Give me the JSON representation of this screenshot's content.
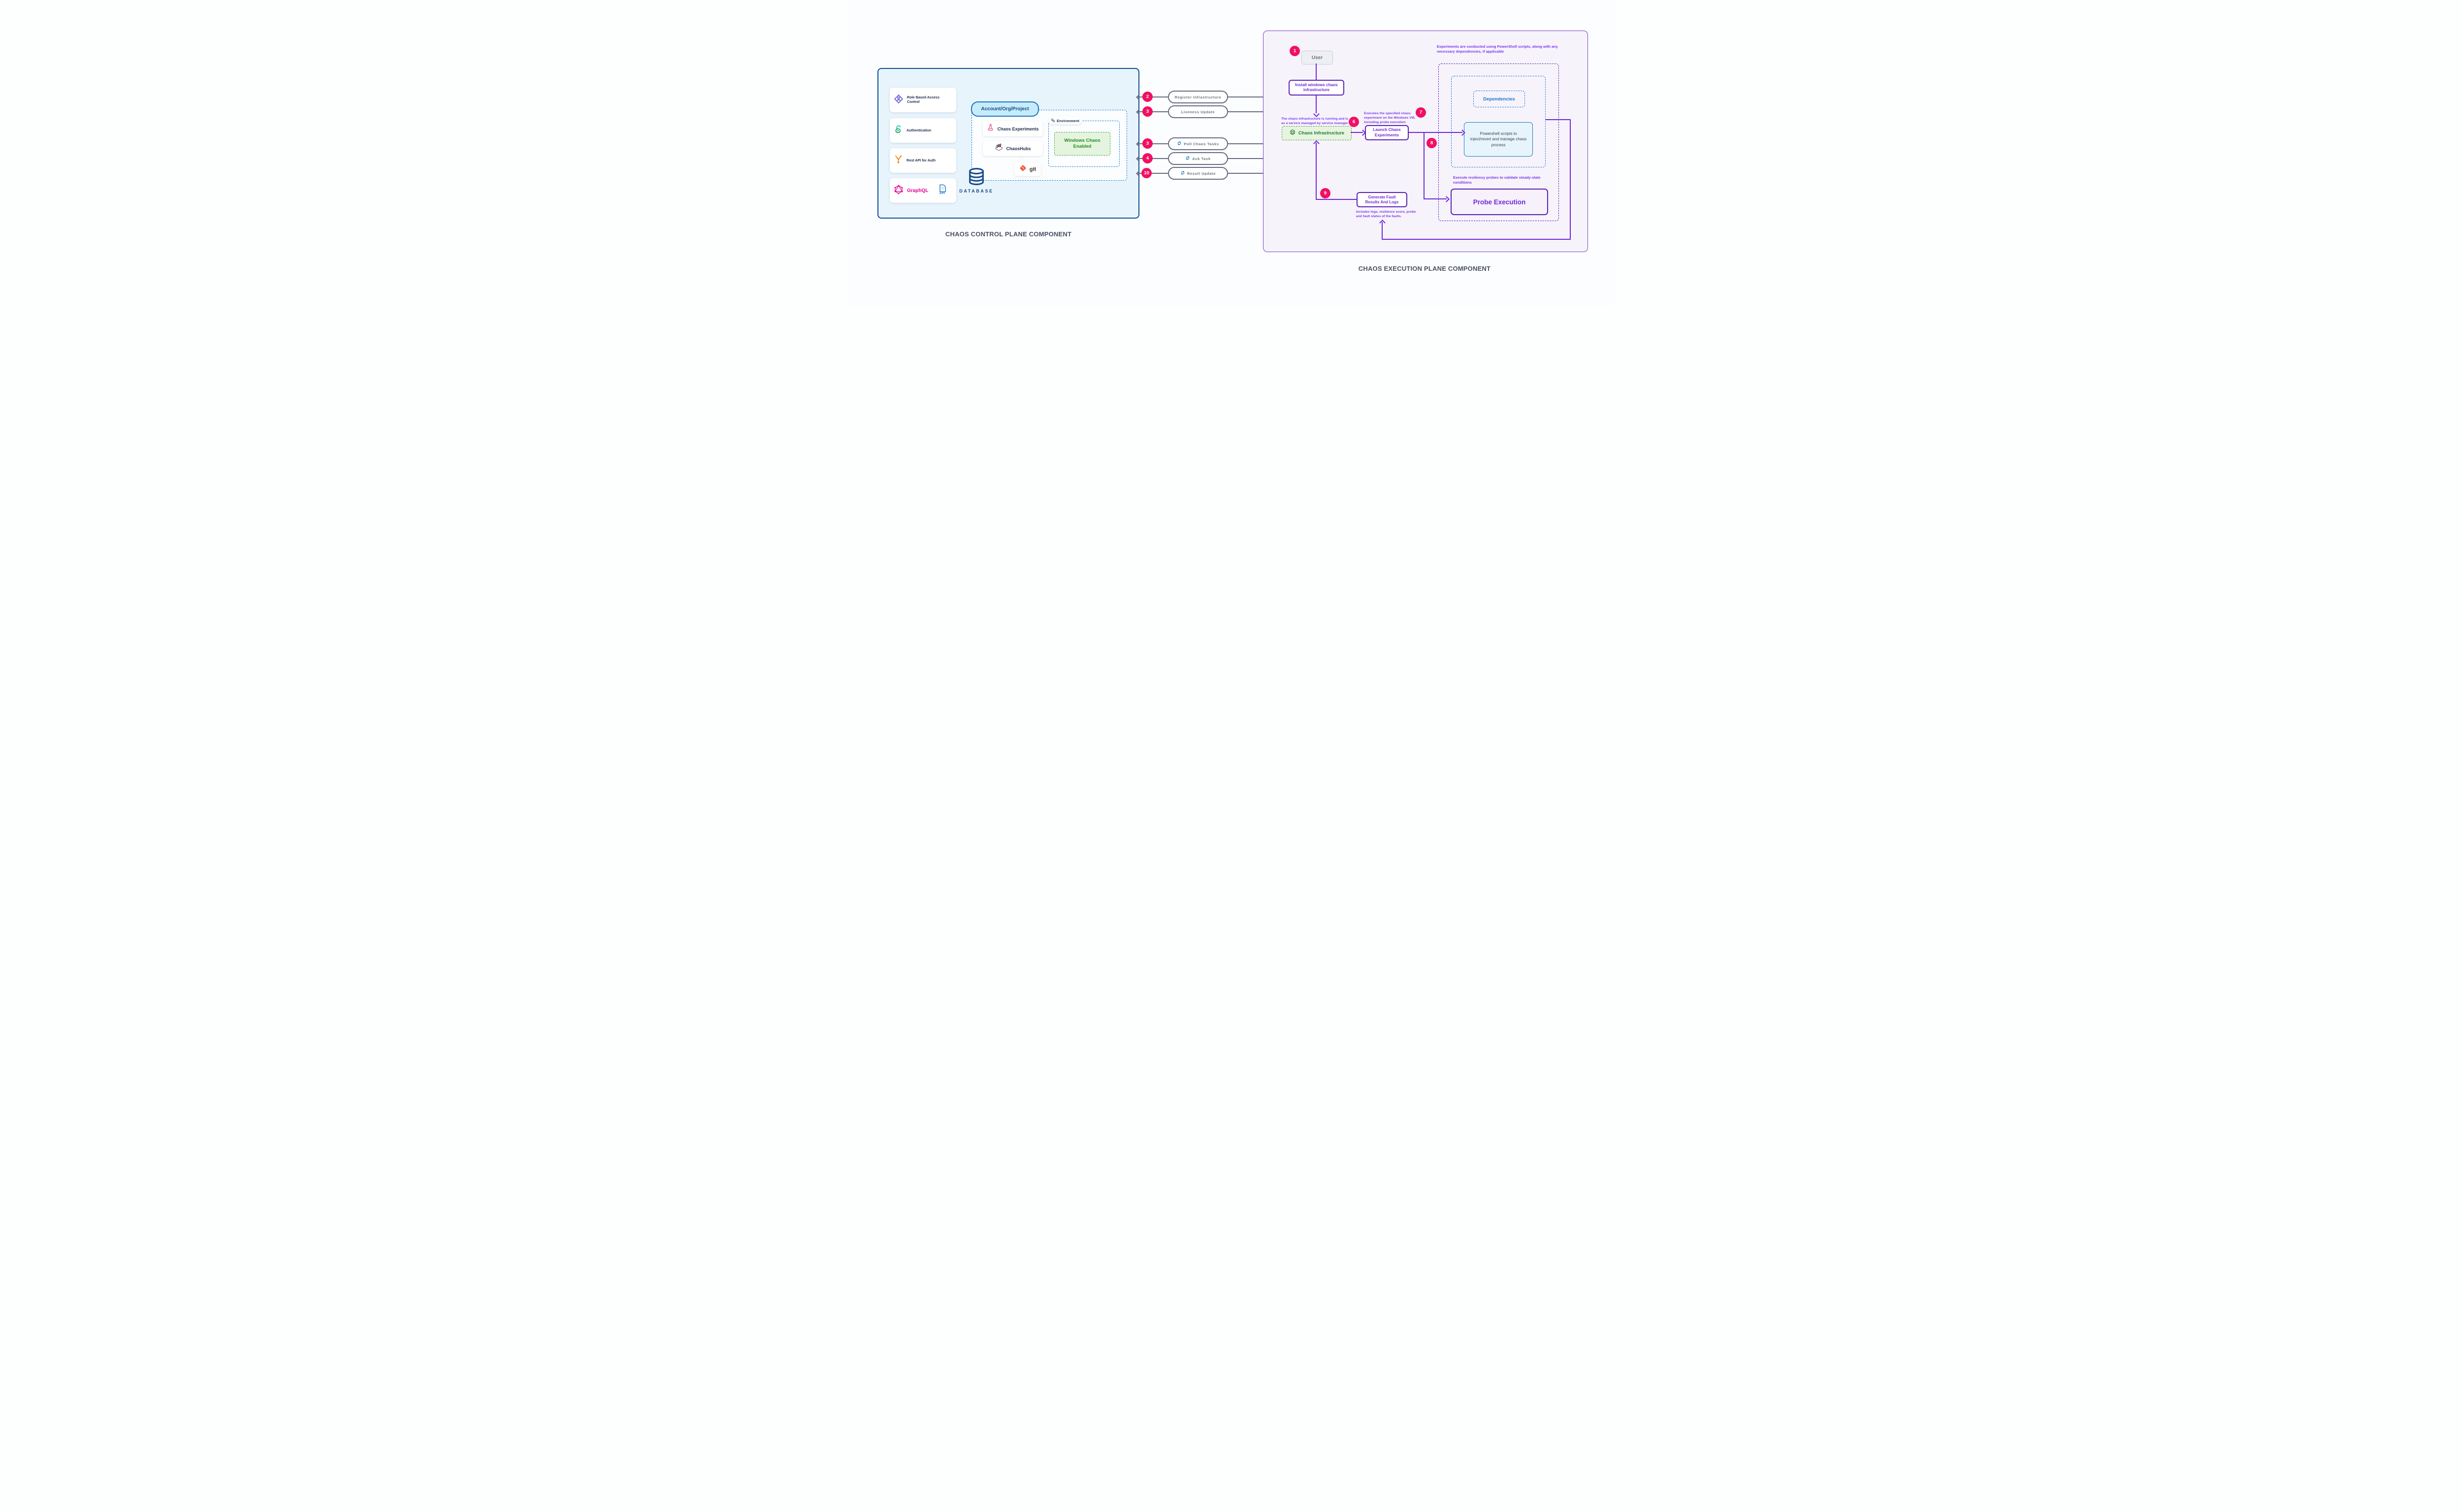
{
  "control_plane": {
    "title": "CHAOS CONTROL PLANE COMPONENT",
    "cards": [
      {
        "label": "Role Based Access Control",
        "icon": "rbac-icon"
      },
      {
        "label": "Authentication",
        "icon": "auth-icon"
      },
      {
        "label": "Rest API for Auth",
        "icon": "rest-api-icon"
      },
      {
        "label": "GraphQL",
        "icon": "graphql-icon",
        "secondary_icon": "api-doc-icon"
      }
    ],
    "database_label": "DATABASE",
    "account_pill": "Account/Org/Project",
    "project_items": [
      {
        "label": "Chaos Experiments",
        "icon": "flask-icon"
      },
      {
        "label": "ChaosHubs",
        "icon": "chaoshubs-icon"
      }
    ],
    "git_label": "git",
    "environment": {
      "label": "Environment",
      "windows_chaos": "Windows Chaos Enabled"
    }
  },
  "flows": [
    {
      "badge": "2",
      "label": "Register Infrastructure"
    },
    {
      "badge": "3",
      "label": "Liveness Update"
    },
    {
      "badge": "3",
      "label": "Poll Chaos Tasks",
      "icon": "sync-icon"
    },
    {
      "badge": "4",
      "label": "Ack Task",
      "icon": "sync-icon"
    },
    {
      "badge": "10",
      "label": "Result Update",
      "icon": "sync-icon"
    }
  ],
  "execution_plane": {
    "title": "CHAOS EXECUTION PLANE COMPONENT",
    "badge_user": "1",
    "user_label": "User",
    "install_label": "Install windows chaos infrastructure",
    "note_service": "The chaos infrastructure is running and is as a service managed by service manager",
    "badge_service": "6",
    "chaos_infra_label": "Chaos Infrastructure",
    "launch_label": "Launch Chaos Experiments",
    "note_executes": "Executes the specified chaos experiment on the Windows VM, including probe execution",
    "badge_executes": "7",
    "badge_scripts": "8",
    "note_powershell": "Experiments are conducted using PowerShell scripts, along with any necessary dependencies, if applicable",
    "dependencies_label": "Dependencies",
    "powershell_label": "Powershell scripts to inject/revert and manage chaos process",
    "note_probes": "Execute resiliency probes to validate steady-state conditions",
    "probe_label": "Probe Execution",
    "badge_results": "9",
    "generate_label": "Generate Fault Results And Logs",
    "note_results": "Includes logs, resilience score, probe and fault status of the faults."
  },
  "colors": {
    "badge": "#f11063",
    "purple_line": "#6d28d9",
    "purple_border": "#5a21b5",
    "note_text": "#7c3aed",
    "grey_line": "#646c7e",
    "blue_dashed": "#1b7fd3",
    "green_border": "#46a14b",
    "green_text": "#1f8c1f",
    "control_bg": "#e8f4fc",
    "control_border": "#0d4e97",
    "exec_bg": "#f7f3fb",
    "navy_text": "#1f2c4d",
    "graphql_pink": "#e10098",
    "git_red": "#f05133"
  },
  "icon_names": [
    "rbac-icon",
    "auth-icon",
    "rest-api-icon",
    "graphql-icon",
    "api-doc-icon",
    "environment-icon",
    "flask-icon",
    "chaoshubs-icon",
    "git-icon",
    "database-icon",
    "chaos-infrastructure-icon",
    "sync-icon"
  ]
}
